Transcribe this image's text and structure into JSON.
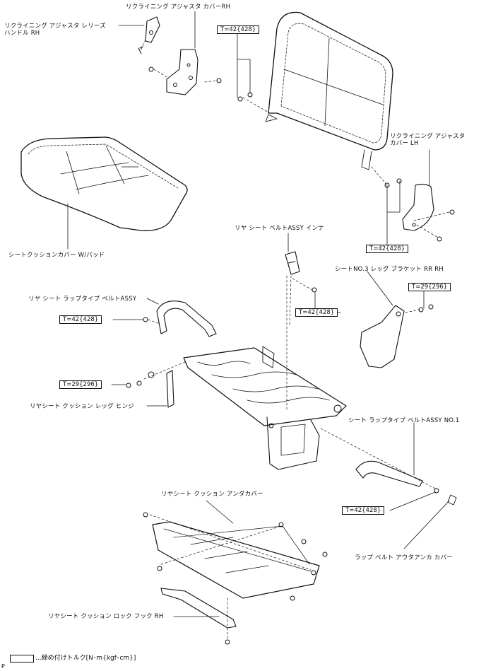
{
  "labels": {
    "recliner_release_handle_rh": "リクライニング アジャスタ レリーズ\nハンドル RH",
    "recliner_cover_rh": "リクライニング アジャスタ カバーRH",
    "recliner_cover_lh": "リクライニング アジャスタ\nカバー LH",
    "cushion_cover_with_pad": "シートクッションカバー W/パッド",
    "rear_belt_inner": "リヤ シート ベルトASSY インナ",
    "leg_bracket_rr_rh": "シートNO.3 レッグ ブラケット RR RH",
    "lap_belt_assy": "リヤ シート ラップタイプ ベルトASSY",
    "cushion_leg_hinge": "リヤシート クッション レッグ ヒンジ",
    "lap_belt_assy_no1": "シート ラップタイプ ベルトASSY NO.1",
    "cushion_under_cover": "リヤシート クッション アンダカバー",
    "lap_belt_outer_anchor_cover": "ラップ ベルト アウタアンカ カバー",
    "cushion_lock_hook_rh": "リヤシート クッション ロック フック RH"
  },
  "torques": {
    "t1": "T=42{428}",
    "t2": "T=42{428}",
    "t3": "T=42{428}",
    "t4": "T=29{296}",
    "t5": "T=42{428}",
    "t6": "T=29{296}",
    "t7": "T=42{428}"
  },
  "legend": {
    "text": "...締め付けトルク[N･m{kgf･cm}]"
  },
  "page_mark": "P"
}
